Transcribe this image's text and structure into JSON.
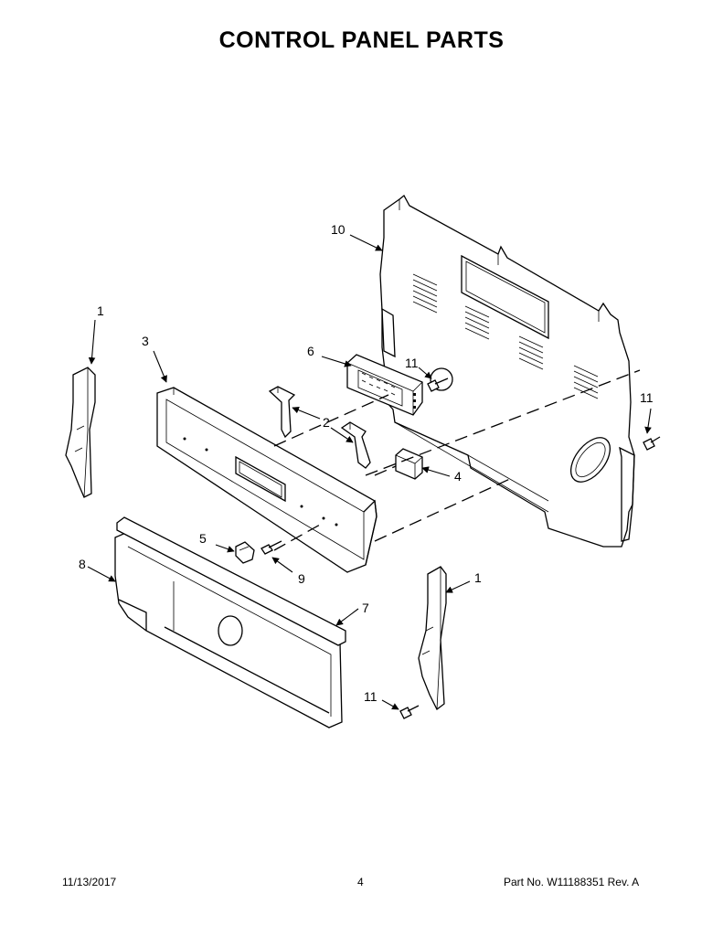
{
  "title": "CONTROL PANEL PARTS",
  "callouts": {
    "c1a": "1",
    "c1b": "1",
    "c2": "2",
    "c3": "3",
    "c4": "4",
    "c5": "5",
    "c6": "6",
    "c7": "7",
    "c8": "8",
    "c9": "9",
    "c10": "10",
    "c11a": "11",
    "c11b": "11",
    "c11c": "11"
  },
  "footer": {
    "date": "11/13/2017",
    "page": "4",
    "part": "Part No.  W11188351   Rev.  A"
  }
}
